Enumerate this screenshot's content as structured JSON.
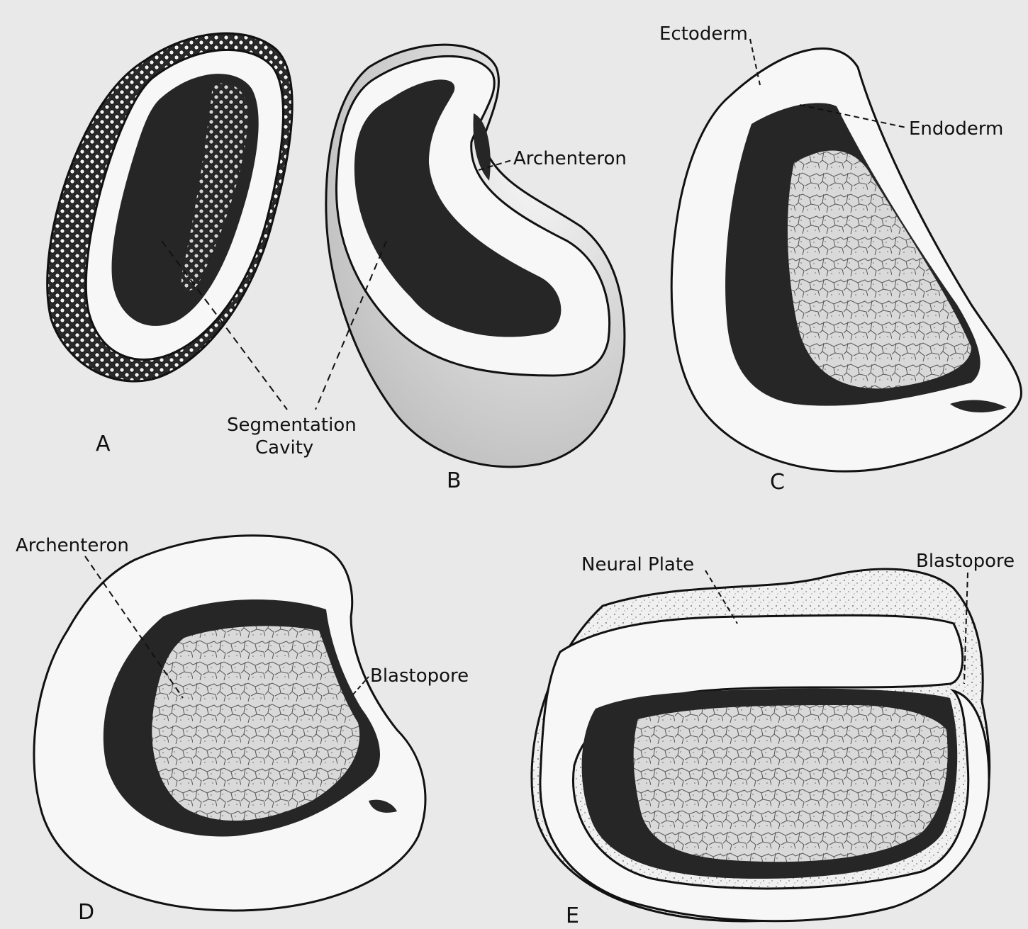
{
  "colors": {
    "background": "#e9e9e9",
    "ink": "#111111",
    "cell_fill": "#f7f7f7",
    "cavity_dark": "#262626",
    "yolk_fill": "#d9d9d9"
  },
  "panels": {
    "A": {
      "letter": "A"
    },
    "B": {
      "letter": "B"
    },
    "C": {
      "letter": "C"
    },
    "D": {
      "letter": "D"
    },
    "E": {
      "letter": "E"
    }
  },
  "labels": {
    "segmentation_cavity_line1": "Segmentation",
    "segmentation_cavity_line2": "Cavity",
    "archenteron_b": "Archenteron",
    "ectoderm": "Ectoderm",
    "endoderm": "Endoderm",
    "archenteron_d": "Archenteron",
    "blastopore_d": "Blastopore",
    "neural_plate": "Neural Plate",
    "blastopore_e": "Blastopore"
  }
}
